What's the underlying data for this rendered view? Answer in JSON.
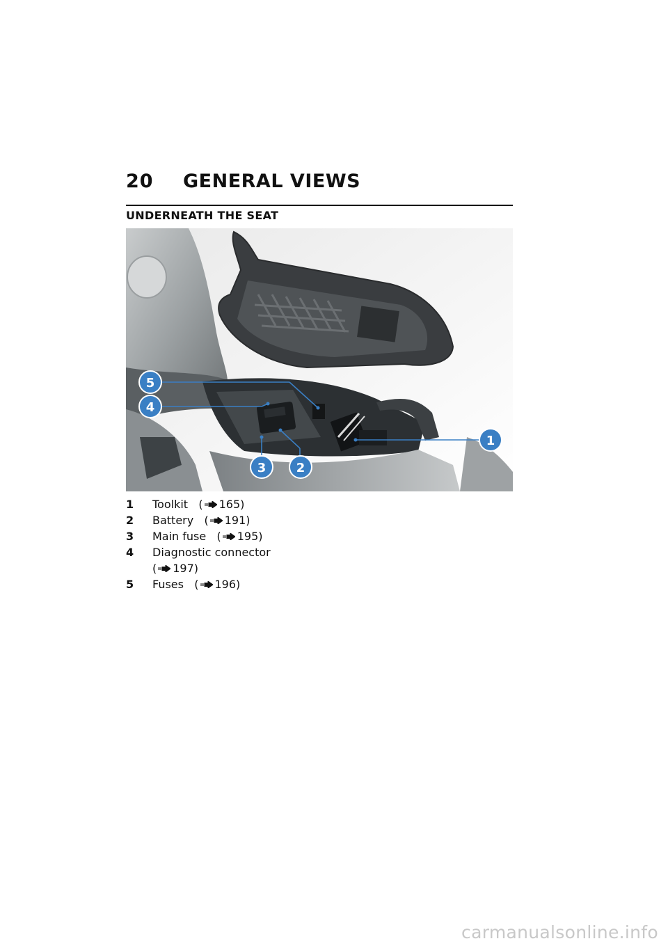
{
  "header": {
    "page_number": "20",
    "chapter_title": "GENERAL VIEWS"
  },
  "section": {
    "title": "UNDERNEATH THE SEAT"
  },
  "figure": {
    "callouts": [
      {
        "number": "1"
      },
      {
        "number": "2"
      },
      {
        "number": "3"
      },
      {
        "number": "4"
      },
      {
        "number": "5"
      }
    ],
    "callout_color": "#3a7fc4"
  },
  "legend": {
    "items": [
      {
        "number": "1",
        "label": "Toolkit",
        "ref_open": "(",
        "ref_page": "165)"
      },
      {
        "number": "2",
        "label": "Battery",
        "ref_open": "(",
        "ref_page": "191)"
      },
      {
        "number": "3",
        "label": "Main fuse",
        "ref_open": "(",
        "ref_page": "195)"
      },
      {
        "number": "4",
        "label": "Diagnostic connector",
        "ref_open": "(",
        "ref_page": "197)"
      },
      {
        "number": "5",
        "label": "Fuses",
        "ref_open": "(",
        "ref_page": "196)"
      }
    ]
  },
  "footer": {
    "watermark": "carmanualsonline.info"
  }
}
